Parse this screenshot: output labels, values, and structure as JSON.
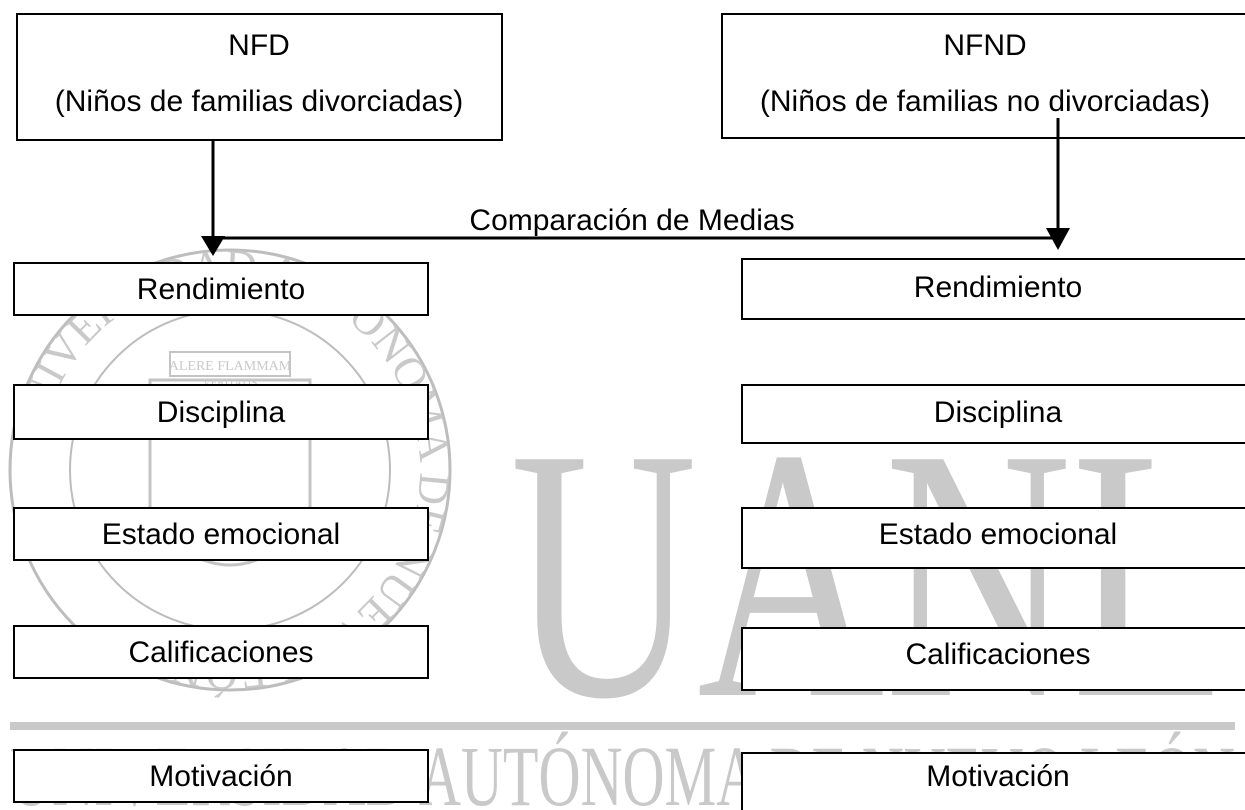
{
  "watermark": {
    "ring_text": "UNIVERSIDAD AUTÓNOMA DE NUEVO LEÓN",
    "motto_line1": "ALERE FLAMMAM",
    "motto_line2": "VERITATIS",
    "big_letters": "UANL",
    "footer_text": "UNIVERSIDAD AUTÓNOMA DE NUEVO LEÓN",
    "color": "#c9c9c9"
  },
  "groups": {
    "left": {
      "code": "NFD",
      "description": "(Niños de familias divorciadas)"
    },
    "right": {
      "code": "NFND",
      "description": "(Niños de familias no divorciadas)"
    }
  },
  "connector_label": "Comparación de Medias",
  "variables": {
    "left": [
      "Rendimiento",
      "Disciplina",
      "Estado emocional",
      "Calificaciones",
      "Motivación"
    ],
    "right": [
      "Rendimiento",
      "Disciplina",
      "Estado emocional",
      "Calificaciones",
      "Motivación"
    ]
  }
}
